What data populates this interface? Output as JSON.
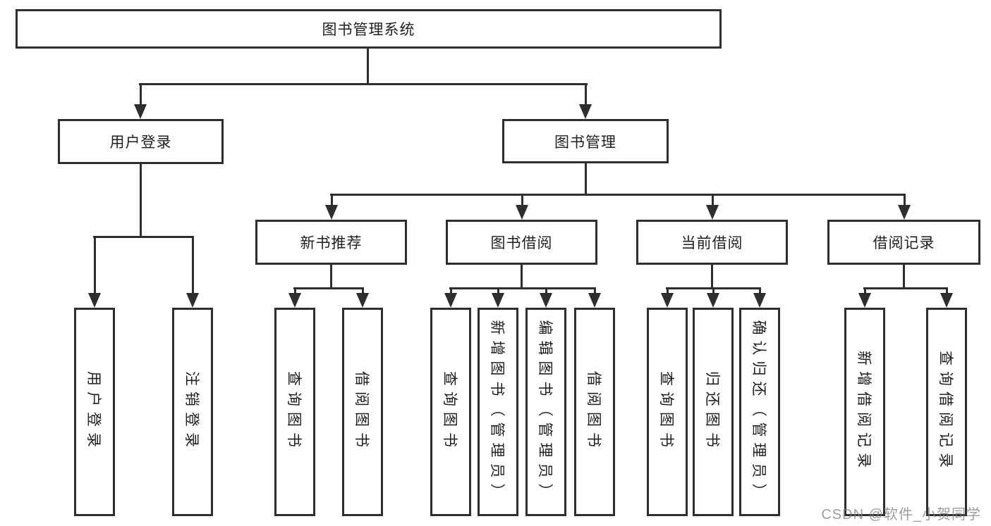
{
  "diagram": {
    "root": "图书管理系统",
    "level2": [
      "用户登录",
      "图书管理"
    ],
    "level3": [
      "新书推荐",
      "图书借阅",
      "当前借阅",
      "借阅记录"
    ],
    "leaves_login": [
      "用户登录",
      "注销登录"
    ],
    "leaves_new_book": [
      "查询图书",
      "借阅图书"
    ],
    "leaves_book_borrow": [
      "查询图书",
      "新增图书（管理员）",
      "编辑图书（管理员）",
      "借阅图书"
    ],
    "leaves_current_borrow": [
      "查询图书",
      "归还图书",
      "确认归还（管理员）"
    ],
    "leaves_borrow_record": [
      "新增借阅记录",
      "查询借阅记录"
    ]
  },
  "colors": {
    "line": "#2e2e2e",
    "text": "#1f1f1f",
    "watermark": "#828282"
  },
  "watermark": "CSDN @软件_小贺同学"
}
